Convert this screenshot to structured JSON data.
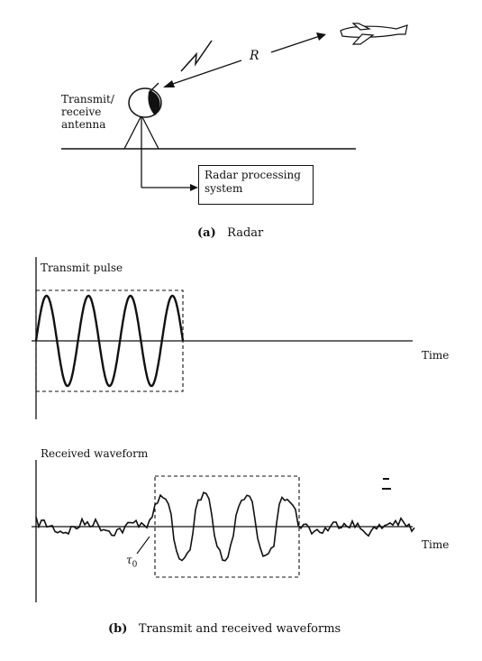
{
  "radar": {
    "antenna_label_lines": [
      "Transmit/",
      "receive",
      "antenna"
    ],
    "range_label": "R",
    "processing_box_lines": [
      "Radar processing",
      "system"
    ],
    "caption_tag": "(a)",
    "caption_text": "Radar"
  },
  "waveforms": {
    "transmit_title": "Transmit pulse",
    "transmit_axis_label": "Time",
    "received_title": "Received waveform",
    "received_axis_label": "Time",
    "delay_label": "τ",
    "delay_subscript": "0",
    "caption_tag": "(b)",
    "caption_text": "Transmit and received waveforms"
  }
}
